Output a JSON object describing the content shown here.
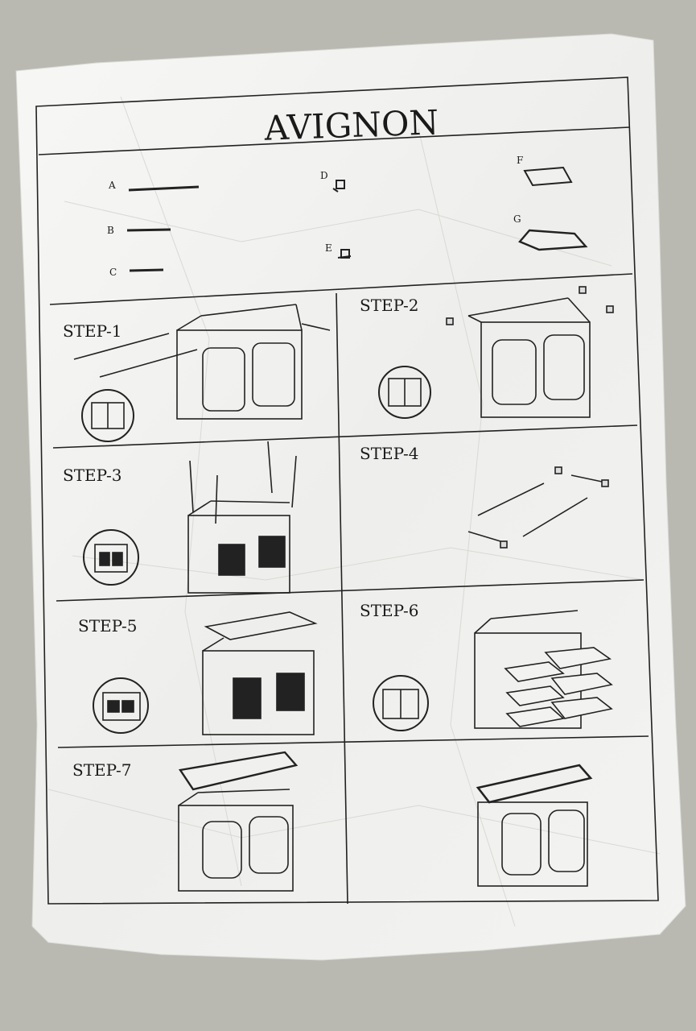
{
  "title": "AVIGNON",
  "parts": {
    "a": "A",
    "b": "B",
    "c": "C",
    "d": "D",
    "e": "E",
    "f": "F",
    "g": "G"
  },
  "steps": {
    "s1": "STEP-1",
    "s2": "STEP-2",
    "s3": "STEP-3",
    "s4": "STEP-4",
    "s5": "STEP-5",
    "s6": "STEP-6",
    "s7": "STEP-7"
  },
  "colors": {
    "background": "#b9b9b1",
    "paper": "#f4f4f2",
    "ink": "#1a1a1a"
  }
}
